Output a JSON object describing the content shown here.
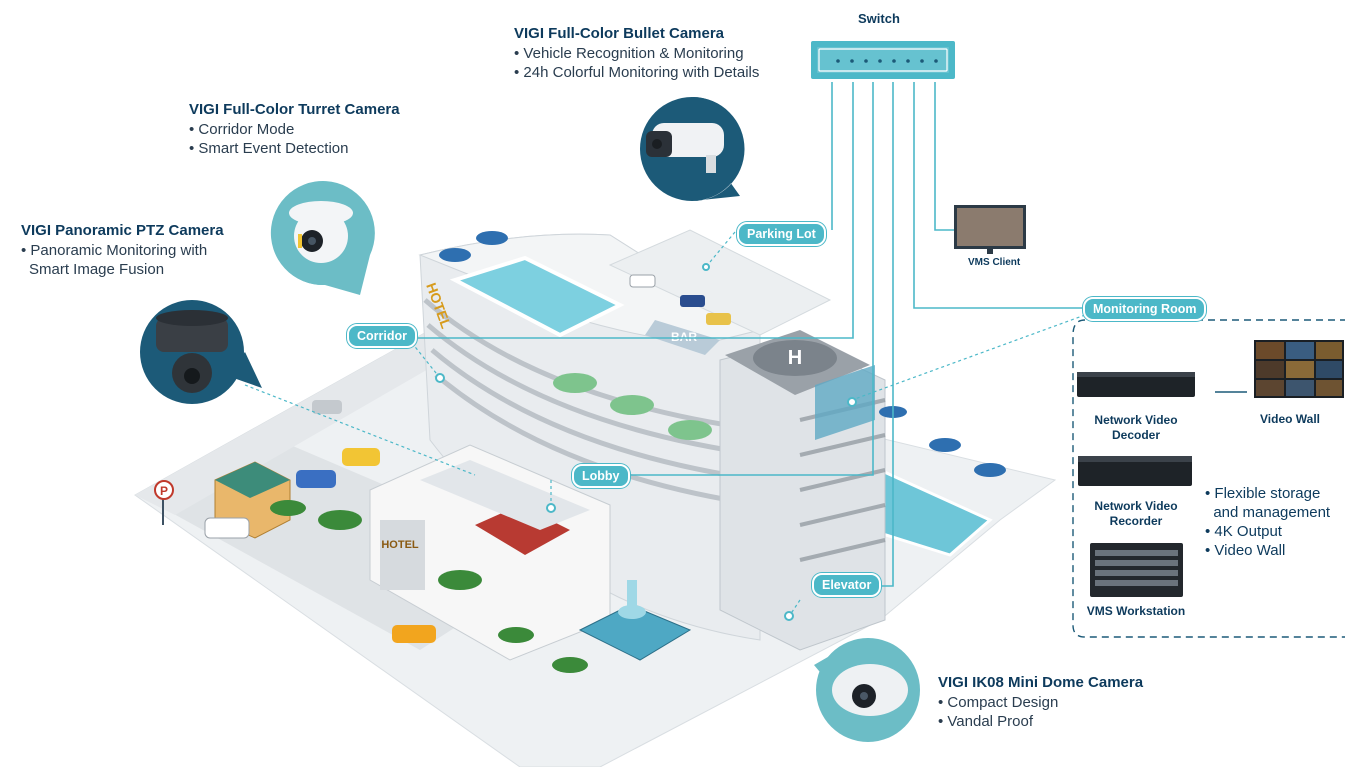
{
  "switch": {
    "label": "Switch"
  },
  "cameras": {
    "bullet": {
      "title": "VIGI Full-Color Bullet Camera",
      "features": [
        "• Vehicle Recognition & Monitoring",
        "• 24h Colorful Monitoring with Details"
      ]
    },
    "turret": {
      "title": "VIGI Full-Color Turret Camera",
      "features": [
        "• Corridor Mode",
        "• Smart Event Detection"
      ]
    },
    "ptz": {
      "title": "VIGI Panoramic PTZ Camera",
      "features": [
        "• Panoramic Monitoring with",
        "Smart Image Fusion"
      ]
    },
    "dome": {
      "title": "VIGI IK08 Mini Dome Camera",
      "features": [
        "• Compact Design",
        "• Vandal Proof"
      ]
    }
  },
  "locations": {
    "parking": "Parking Lot",
    "corridor": "Corridor",
    "lobby": "Lobby",
    "elevator": "Elevator",
    "monitoring": "Monitoring Room"
  },
  "devices": {
    "vms_client": "VMS Client",
    "decoder": "Network Video\nDecoder",
    "recorder": "Network Video\nRecorder",
    "workstation": "VMS Workstation",
    "video_wall": "Video Wall"
  },
  "recorder_features": [
    "• Flexible storage",
    "  and management",
    "• 4K Output",
    "• Video Wall"
  ],
  "building_signs": {
    "hotel": "HOTEL",
    "bar": "BAR",
    "hotel_front": "HOTEL",
    "parking_sign": "P"
  },
  "colors": {
    "accent": "#4cb8c8",
    "dark_teal": "#1c5a78",
    "navy": "#0d3a5c"
  }
}
